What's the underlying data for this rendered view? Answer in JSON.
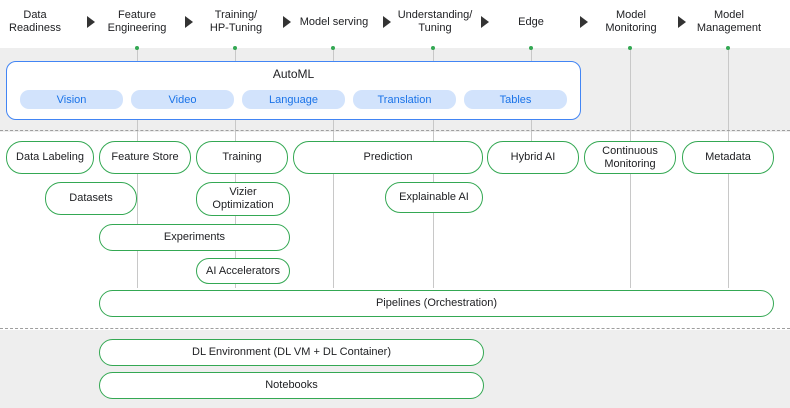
{
  "stages": [
    {
      "label": "Data\nReadiness"
    },
    {
      "label": "Feature\nEngineering"
    },
    {
      "label": "Training/\nHP-Tuning"
    },
    {
      "label": "Model serving"
    },
    {
      "label": "Understanding/\nTuning"
    },
    {
      "label": "Edge"
    },
    {
      "label": "Model\nMonitoring"
    },
    {
      "label": "Model\nManagement"
    }
  ],
  "automl": {
    "title": "AutoML",
    "items": [
      "Vision",
      "Video",
      "Language",
      "Translation",
      "Tables"
    ]
  },
  "components": {
    "data_labeling": "Data Labeling",
    "feature_store": "Feature Store",
    "training": "Training",
    "prediction": "Prediction",
    "hybrid_ai": "Hybrid AI",
    "continuous_monitoring": "Continuous\nMonitoring",
    "metadata": "Metadata",
    "datasets": "Datasets",
    "vizier": "Vizier\nOptimization",
    "explainable_ai": "Explainable AI",
    "experiments": "Experiments",
    "ai_accelerators": "AI Accelerators",
    "pipelines": "Pipelines (Orchestration)",
    "dl_environment": "DL Environment (DL VM + DL Container)",
    "notebooks": "Notebooks"
  },
  "colors": {
    "component_border": "#34a853",
    "automl_border": "#4285f4",
    "automl_chip": "#d2e3fc",
    "automl_chip_text": "#1a73e8"
  }
}
